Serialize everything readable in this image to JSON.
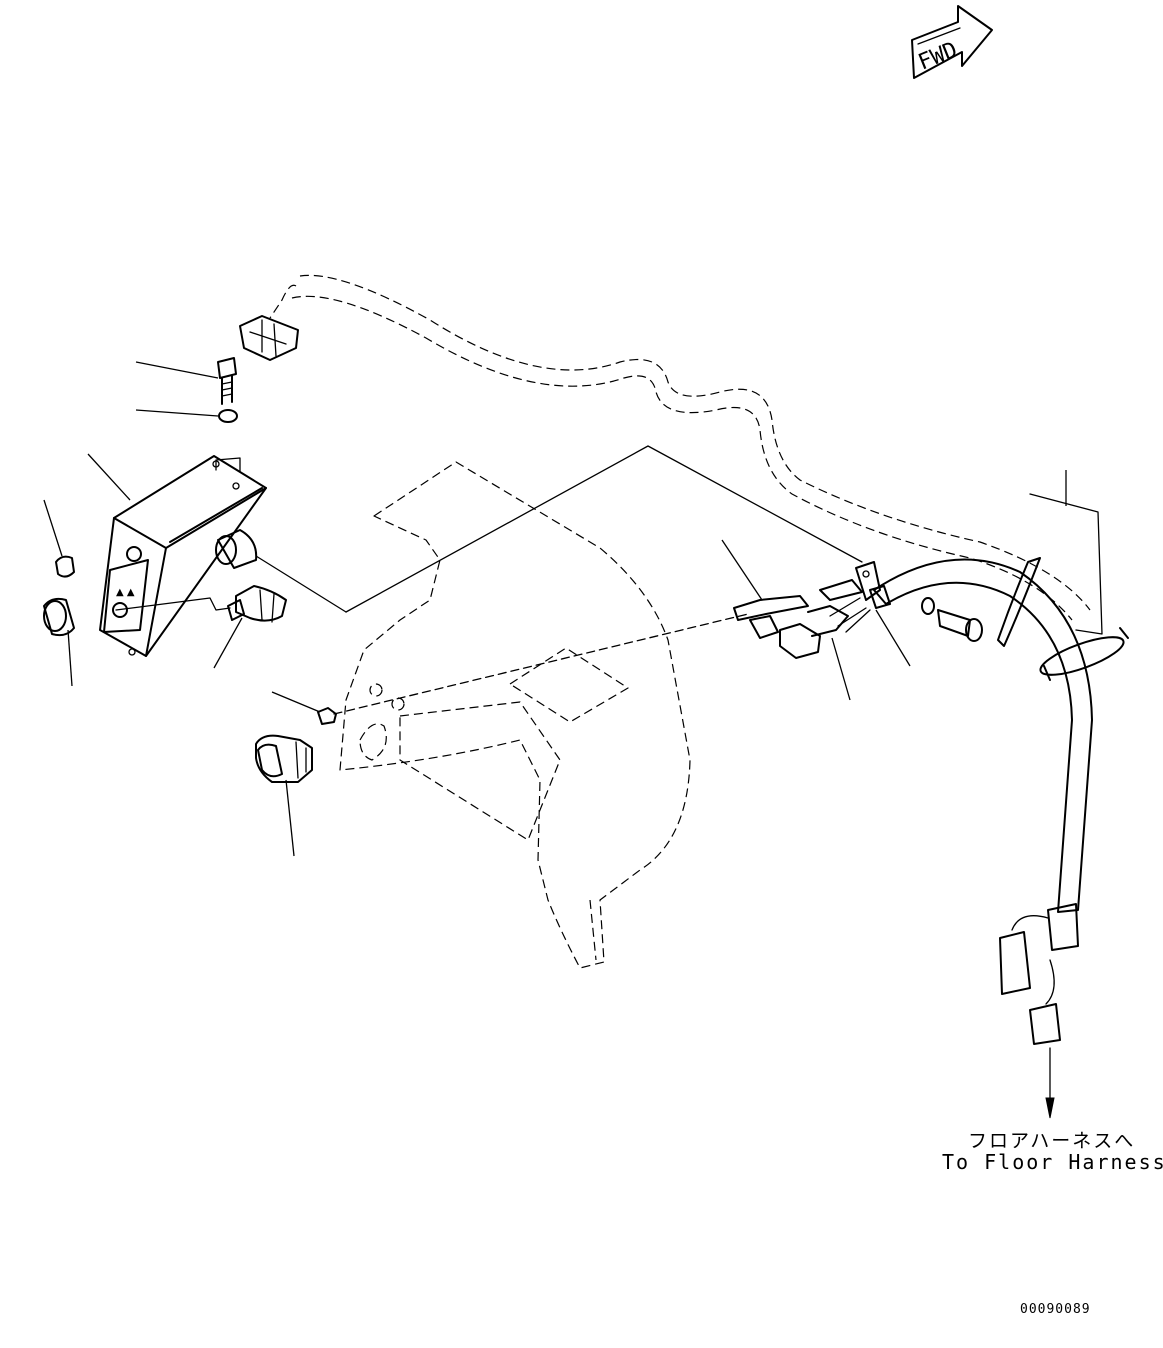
{
  "fwd_marker": {
    "label": "FWD",
    "icon": "forward-arrow-icon"
  },
  "callouts": {
    "floor_harness_jp": "フロアハーネスへ",
    "floor_harness_en": "To Floor Harness"
  },
  "drawing_number": "00090089"
}
